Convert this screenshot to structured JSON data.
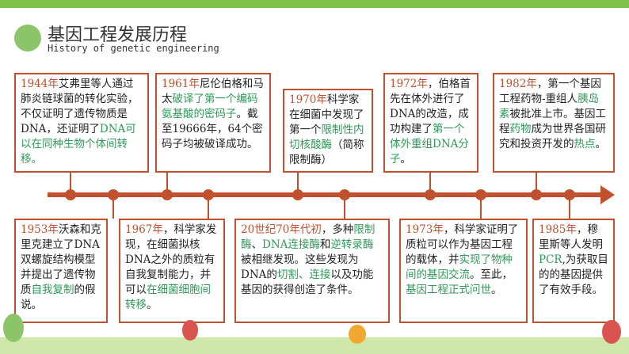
{
  "header": {
    "title": "基因工程发展历程",
    "subtitle": "History of genetic engineering"
  },
  "colors": {
    "accent": "#c0502e",
    "highlight": "#2e9a58",
    "title_circle": "#8cc569",
    "top_bar": "#7fc24a"
  },
  "timeline_top": [
    {
      "year": "1944年",
      "text1": "艾弗里等人通过肺炎链球菌的转化实验，不仅证明了遗传物质是DNA，还证明了",
      "highlight": "DNA可以在同种生物个体间转移。",
      "text2": ""
    },
    {
      "year": "1961年",
      "text1": "尼伦伯格和马太",
      "highlight": "破译了第一个编码氨基酸的密码子",
      "text2": "。截至19666年，64个密码子均被破译成功。"
    },
    {
      "year": "1970年",
      "text1": "科学家在细菌中发现了第一个",
      "highlight": "限制性内切核酸酶",
      "text2": "（简称限制酶）"
    },
    {
      "year": "1972年",
      "text1": "，伯格首先在体外进行了DNA的改造，成功构建了",
      "highlight": "第一个体外重组DNA分子",
      "text2": "。"
    },
    {
      "year": "1982年",
      "text1": "，第一个基因工程药物-重组人",
      "highlight": "胰岛素",
      "text2": "被批准上市。基因工程",
      "highlight2": "药物",
      "text3": "成为世界各国研究和投资开发的",
      "highlight3": "热点",
      "text4": "。"
    }
  ],
  "timeline_bottom": [
    {
      "year": "1953年",
      "text1": "沃森和克里克建立了DNA双螺旋结构模型并提出了遗传物质",
      "highlight": "自我复制",
      "text2": "的假说。"
    },
    {
      "year": "1967年",
      "text1": "，科学家发现，在细菌拟核DNA之外的质粒有自我复制能力，并可以",
      "highlight": "在细菌细胞间转移",
      "text2": "。"
    },
    {
      "year": "20世纪70年代初",
      "text1": "，多种",
      "highlight": "限制酶",
      "text2": "、",
      "highlight2": "DNA连接酶",
      "text3": "和",
      "highlight3": "逆转录酶",
      "text4": "被相继发现。这些发现为DNA的",
      "highlight4": "切割、连接",
      "text5": "以及功能基因的获得创造了条件。"
    },
    {
      "year": "1973年",
      "text1": "，科学家证明了质粒可以作为基因工程的载体，并",
      "highlight": "实现了物种间的基因交流",
      "text2": "。至此，",
      "highlight2": "基因工程正式问世",
      "text3": "。"
    },
    {
      "year": "1985年",
      "text1": "，穆里斯等人发明",
      "highlight": "PCR",
      "text2": ",为获取目的的基因提供了有效手段。"
    }
  ]
}
